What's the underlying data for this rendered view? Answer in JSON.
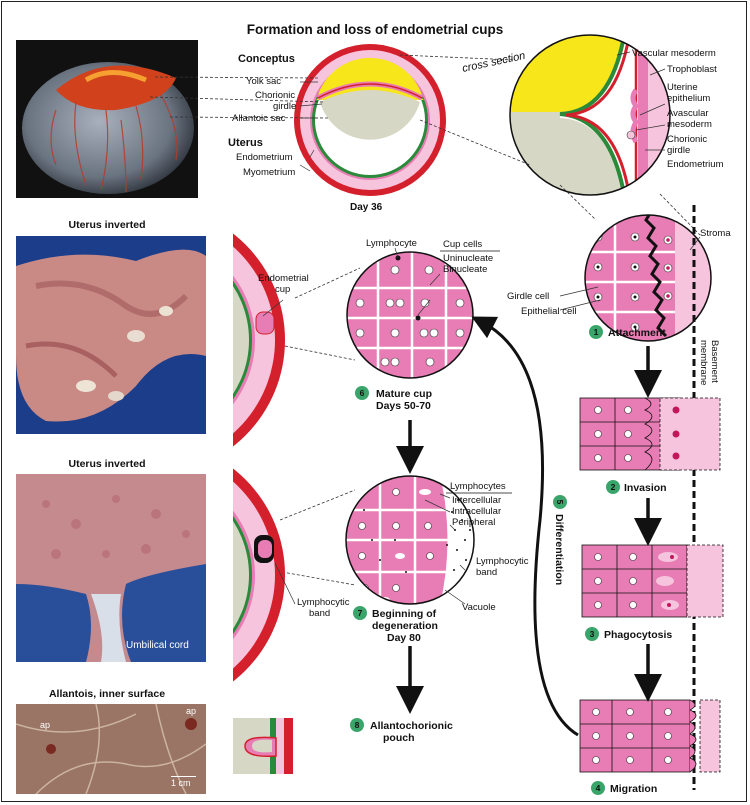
{
  "title": "Formation and loss of endometrial cups",
  "photos": {
    "uterus_inverted_1": "Uterus inverted",
    "uterus_inverted_2": "Uterus inverted",
    "umbilical_cord": "Umbilical cord",
    "allantois": "Allantois, inner surface",
    "ap_1": "ap",
    "ap_2": "ap",
    "scale": "1 cm"
  },
  "day36": {
    "conceptus": "Conceptus",
    "yolk_sac": "Yolk sac",
    "chorionic_girdle_1": "Chorionic",
    "chorionic_girdle_2": "girdle",
    "allantoic_sac": "Allantoic sac",
    "uterus": "Uterus",
    "endometrium": "Endometrium",
    "myometrium": "Myometrium",
    "day": "Day 36",
    "cross_section": "cross  section"
  },
  "cross_section_labels": {
    "vascular_mesoderm": "Vascular mesoderm",
    "trophoblast": "Trophoblast",
    "uterine_epithelium_1": "Uterine",
    "uterine_epithelium_2": "epithelium",
    "avascular_mesoderm_1": "Avascular",
    "avascular_mesoderm_2": "mesoderm",
    "chorionic_girdle_1": "Chorionic",
    "chorionic_girdle_2": "girdle",
    "endometrium": "Endometrium"
  },
  "stages": {
    "s1": {
      "num": "1",
      "label": "Attachment"
    },
    "s2": {
      "num": "2",
      "label": "Invasion"
    },
    "s3": {
      "num": "3",
      "label": "Phagocytosis"
    },
    "s4": {
      "num": "4",
      "label": "Migration"
    },
    "s5": {
      "num": "5",
      "label": "Differentiation"
    },
    "s6": {
      "num": "6",
      "label_1": "Mature cup",
      "label_2": "Days 50-70"
    },
    "s7": {
      "num": "7",
      "label_1": "Beginning of",
      "label_2": "degeneration",
      "label_3": "Day 80"
    },
    "s8": {
      "num": "8",
      "label_1": "Allantochorionic",
      "label_2": "pouch"
    }
  },
  "attachment_labels": {
    "stroma": "Stroma",
    "girdle_cell": "Girdle cell",
    "epithelial_cell": "Epithelial cell",
    "basement_membrane_1": "Basement",
    "basement_membrane_2": "membrane"
  },
  "mature_cup_labels": {
    "endometrial_cup_1": "Endometrial",
    "endometrial_cup_2": "cup",
    "lymphocyte": "Lymphocyte",
    "cup_cells": "Cup cells",
    "uninucleate": "Uninucleate",
    "binucleate": "Binucleate"
  },
  "degeneration_labels": {
    "lymphocytes": "Lymphocytes",
    "intercellular": "Intercellular",
    "intracellular": "Intracellular",
    "peripheral": "Peripheral",
    "lymphocytic_band_1": "Lymphocytic",
    "lymphocytic_band_2": "band",
    "lymphocytic_band_3": "Lymphocytic",
    "lymphocytic_band_4": "band",
    "vacuole": "Vacuole"
  },
  "colors": {
    "pink": "#e87cb4",
    "light_pink": "#f6c4dc",
    "red": "#d4202c",
    "yellow": "#f7e61a",
    "gray": "#d7d7c6",
    "green": "#3aa56a"
  }
}
